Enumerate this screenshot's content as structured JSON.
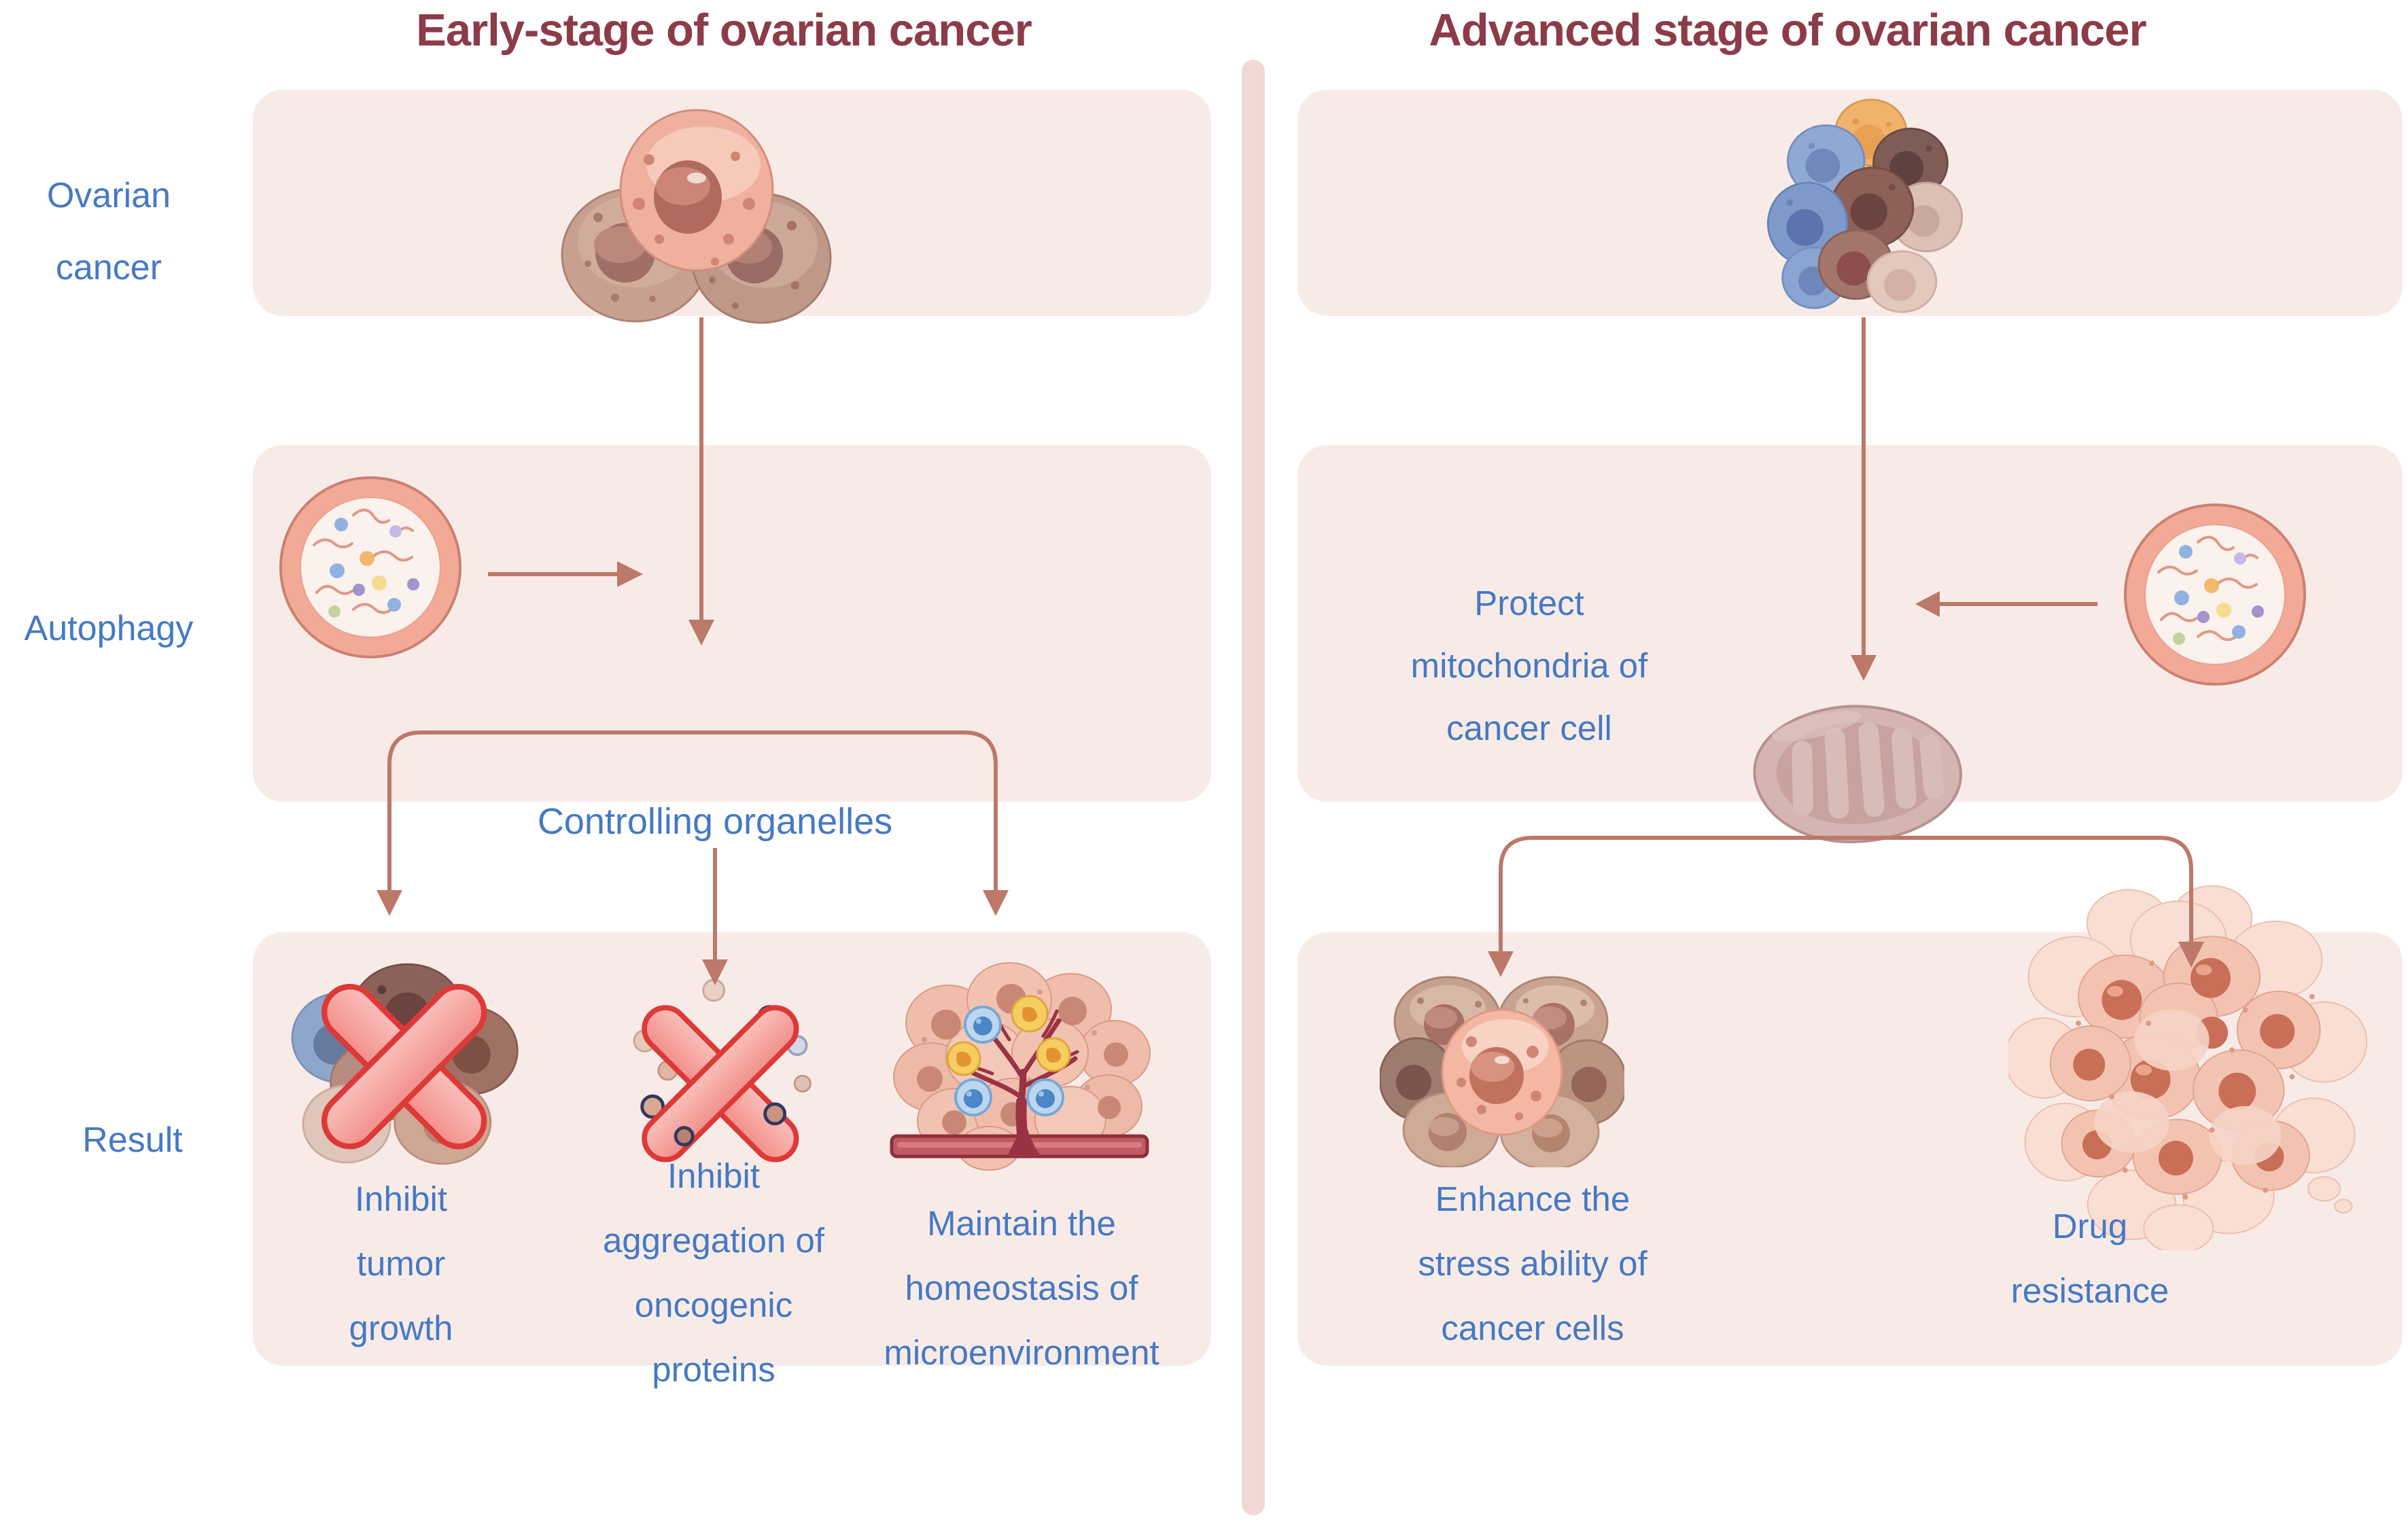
{
  "left_panel": {
    "title": "Early-stage of ovarian cancer",
    "row_labels": {
      "ovarian": [
        "Ovarian",
        "cancer"
      ],
      "autophagy": "Autophagy",
      "result": "Result"
    },
    "controlling_label": "Controlling organelles",
    "results": [
      {
        "name": "inhibit-tumor-growth",
        "lines": [
          "Inhibit",
          "tumor",
          "growth"
        ]
      },
      {
        "name": "inhibit-aggregation-of-oncogenic-proteins",
        "lines": [
          "Inhibit",
          "aggregation of",
          "oncogenic",
          "proteins"
        ]
      },
      {
        "name": "maintain-homeostasis-of-microenvironment",
        "lines": [
          "Maintain the",
          "homeostasis of",
          "microenvironment"
        ]
      }
    ]
  },
  "right_panel": {
    "title": "Advanced stage of ovarian cancer",
    "protect_label_lines": [
      "Protect",
      "mitochondria of",
      "cancer cell"
    ],
    "results": [
      {
        "name": "enhance-stress-ability",
        "lines": [
          "Enhance the",
          "stress ability of",
          "cancer cells"
        ]
      },
      {
        "name": "drug-resistance",
        "lines": [
          "Drug",
          "resistance"
        ]
      }
    ]
  },
  "icons": {
    "left": [
      "ovarian-cancer-cells-icon",
      "autophagosome-icon",
      "inhibited-tumor-growth-icon",
      "inhibited-protein-aggregation-icon",
      "tumor-microenvironment-icon"
    ],
    "right": [
      "heterogeneous-cancer-cells-icon",
      "autophagosome-icon",
      "mitochondrion-icon",
      "stress-resistant-cells-icon",
      "drug-resistant-tumor-icon"
    ]
  },
  "colors": {
    "title_maroon": "#8c3b49",
    "label_blue": "#4579c4",
    "box_background": "#f8ebe7",
    "divider_pink": "#f1d8d2",
    "arrow_brown": "#bc7869",
    "cross_red": "#dc3a38"
  }
}
